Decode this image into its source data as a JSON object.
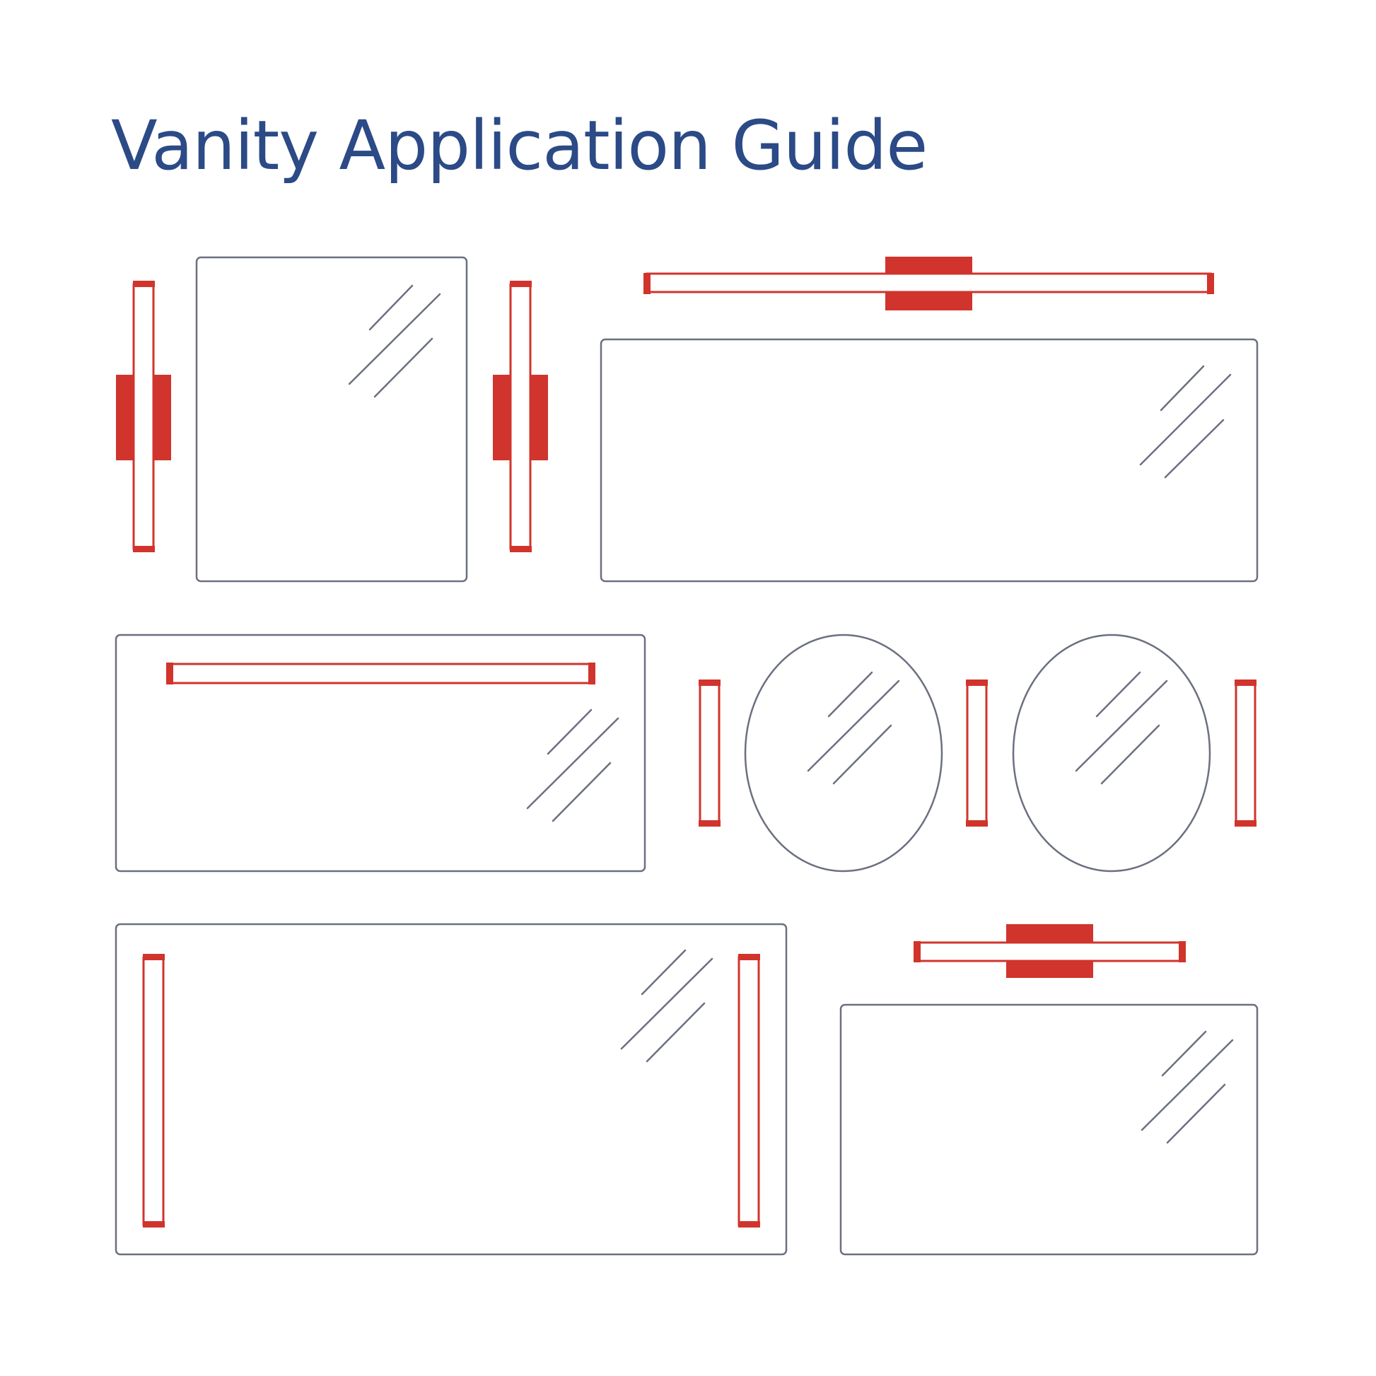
{
  "title": "Vanity Application Guide",
  "colors": {
    "title": "#2b4a86",
    "fixture": "#d0342c",
    "mirror_outline": "#6b7080",
    "background": "#ffffff"
  },
  "configurations": [
    {
      "mirror": "tall-rectangle",
      "fixtures": "two vertical sconces with center backplates, one on each side"
    },
    {
      "mirror": "wide-rectangle",
      "fixtures": "one horizontal bar with center backplate, mounted above"
    },
    {
      "mirror": "wide-rectangle",
      "fixtures": "one horizontal bar mounted on the mirror, near the top"
    },
    {
      "mirror": "two ovals",
      "fixtures": "three vertical bars, one on each side and one between"
    },
    {
      "mirror": "extra-wide-rectangle",
      "fixtures": "two vertical bars mounted on the mirror, left and right"
    },
    {
      "mirror": "medium-rectangle",
      "fixtures": "one horizontal bar with center backplate, mounted above"
    }
  ]
}
